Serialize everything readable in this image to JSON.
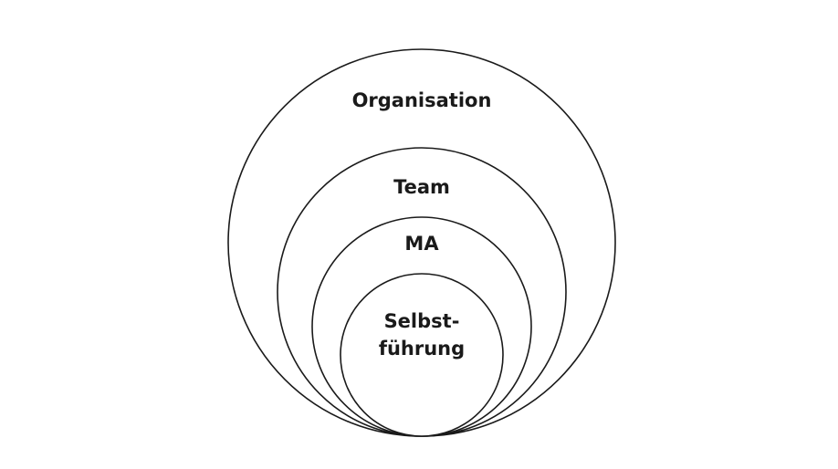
{
  "diagram": {
    "levels": [
      {
        "label": "Organisation"
      },
      {
        "label": "Team"
      },
      {
        "label": "MA"
      },
      {
        "label_line1": "Selbst-",
        "label_line2": "führung"
      }
    ]
  }
}
